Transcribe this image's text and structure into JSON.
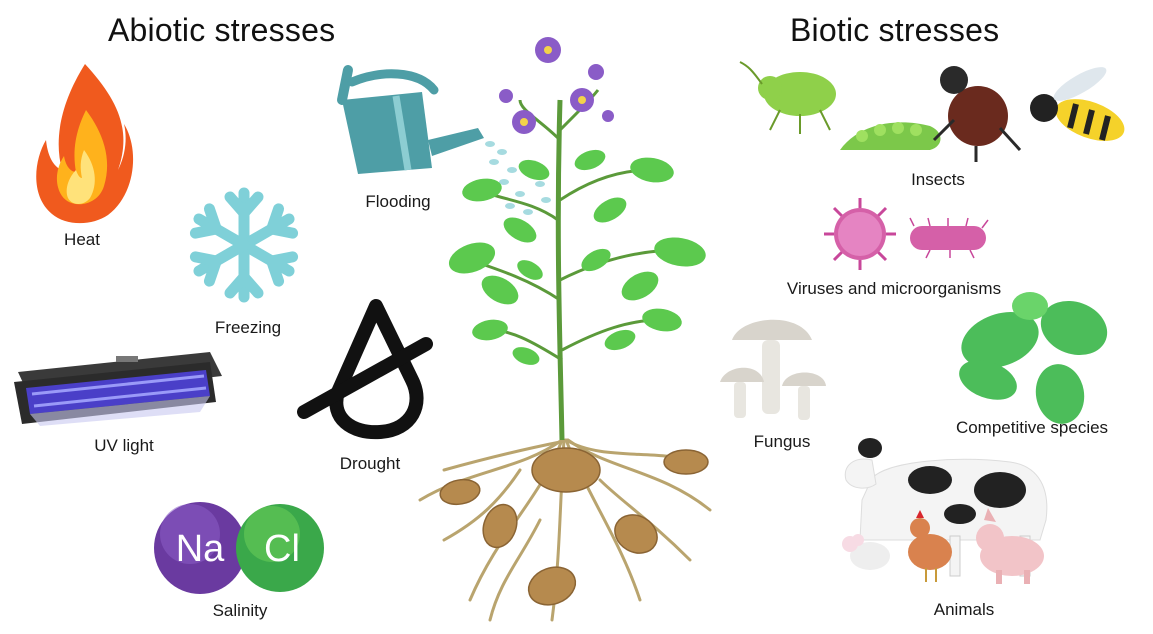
{
  "headings": {
    "abiotic": "Abiotic stresses",
    "biotic": "Biotic stresses"
  },
  "abiotic_labels": {
    "heat": "Heat",
    "flooding": "Flooding",
    "freezing": "Freezing",
    "uv_light": "UV light",
    "drought": "Drought",
    "salinity": "Salinity"
  },
  "biotic_labels": {
    "insects": "Insects",
    "viruses": "Viruses and microorganisms",
    "fungus": "Fungus",
    "competitive": "Competitive species",
    "animals": "Animals"
  },
  "salt": {
    "sodium": "Na",
    "chloride": "Cl"
  },
  "colors": {
    "leaf_green": "#5cc94e",
    "flower_purple": "#8a5cc7",
    "water_can": "#4e9ea6",
    "snowflake": "#7fd0d8",
    "sodium_ball": "#6a3aa0",
    "chloride_ball": "#3aa84a",
    "virus_pink": "#c8479a",
    "tuber_brown": "#b68a4e"
  }
}
